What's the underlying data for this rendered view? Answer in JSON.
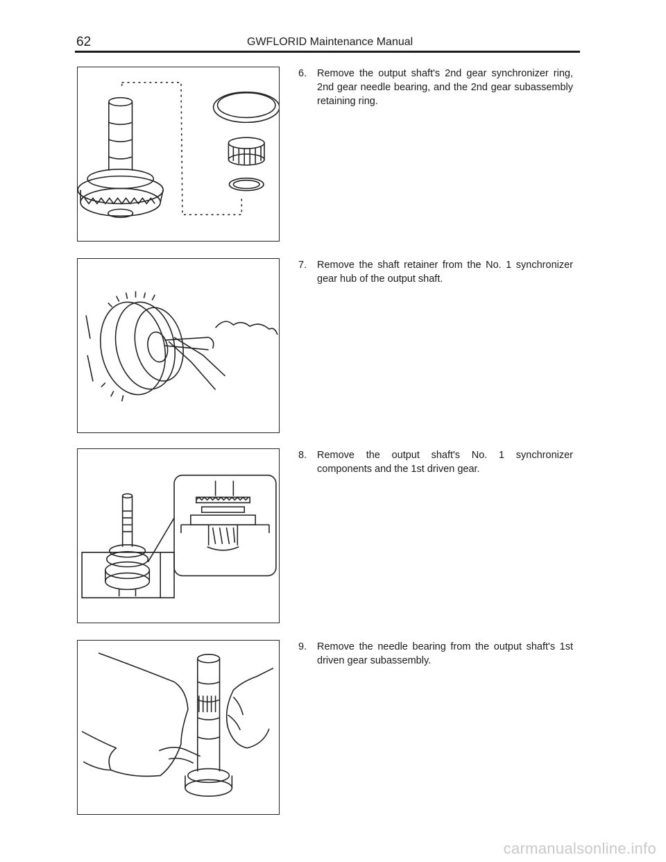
{
  "header": {
    "page_number": "62",
    "title": "GWFLORID Maintenance Manual"
  },
  "steps": [
    {
      "number": "6.",
      "text": "Remove the output shaft's 2nd gear synchronizer ring, 2nd gear needle bearing, and the 2nd gear subassembly retaining ring."
    },
    {
      "number": "7.",
      "text": "Remove the shaft retainer from the No. 1 synchronizer gear hub of the output shaft."
    },
    {
      "number": "8.",
      "text": "Remove the output shaft's No. 1 synchronizer components and the 1st driven gear."
    },
    {
      "number": "9.",
      "text": "Remove the needle bearing from the output shaft's 1st driven gear subassembly."
    }
  ],
  "watermark": "carmanualsonline.info"
}
